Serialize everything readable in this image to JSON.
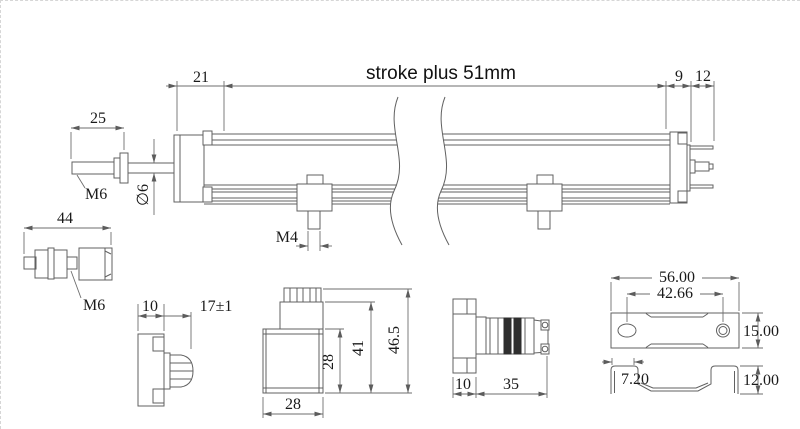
{
  "drawing": {
    "background": "#ffffff",
    "line_color": "#616161",
    "text_color": "#1a1a1a"
  },
  "main_view": {
    "note_stroke": "stroke plus 51mm",
    "dim_front_cap": "21",
    "dim_rear_cap": "9",
    "dim_pins": "12",
    "dim_rod_thread": "25",
    "rod_thread": "M6",
    "rod_diameter": "∅6",
    "clamp_stud_thread": "M4"
  },
  "rod_end_view": {
    "dim_length": "44",
    "thread": "M6"
  },
  "clamp_side_view": {
    "dim_width": "10",
    "dim_stud": "17±1"
  },
  "connector_front_view": {
    "dim_body_height": "28",
    "dim_mid_height": "41",
    "dim_total_height": "46.5",
    "dim_width": "28"
  },
  "connector_side_view": {
    "dim_flange": "10",
    "dim_plug": "35"
  },
  "bracket_top_view": {
    "dim_width": "56.00",
    "dim_hole_spacing": "42.66",
    "dim_depth": "15.00"
  },
  "bracket_profile_view": {
    "dim_flange": "7.20",
    "dim_height": "12.00"
  }
}
